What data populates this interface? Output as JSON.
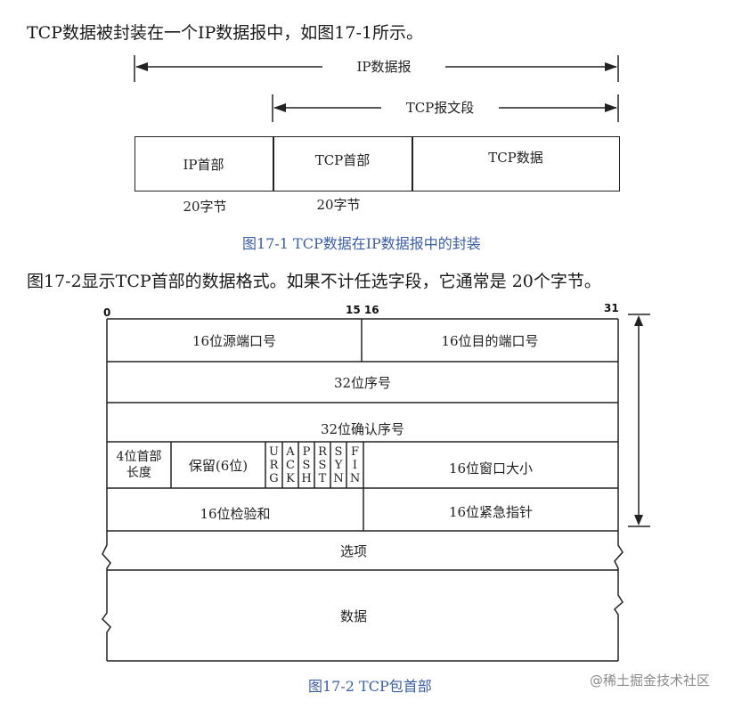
{
  "intro_text": "TCP数据被封装在一个IP数据报中，如图17-1所示。",
  "figure1": {
    "ip_datagram_label": "IP数据报",
    "tcp_segment_label": "TCP报文段",
    "ip_header": "IP首部",
    "tcp_header": "TCP首部",
    "tcp_data": "TCP数据",
    "ip_header_size": "20字节",
    "tcp_header_size": "20字节",
    "caption": "图17-1   TCP数据在IP数据报中的封装"
  },
  "body_text": "图17-2显示TCP首部的数据格式。如果不计任选字段，它通常是 20个字节。",
  "figure2": {
    "bit_0": "0",
    "bit_15_16": "15 16",
    "bit_31": "31",
    "source_port": "16位源端口号",
    "dest_port": "16位目的端口号",
    "seq_num": "32位序号",
    "ack_num": "32位确认序号",
    "header_len_line1": "4位首部",
    "header_len_line2": "长度",
    "reserved": "保留(6位)",
    "flags": [
      {
        "chars": [
          "U",
          "R",
          "G"
        ]
      },
      {
        "chars": [
          "A",
          "C",
          "K"
        ]
      },
      {
        "chars": [
          "P",
          "S",
          "H"
        ]
      },
      {
        "chars": [
          "R",
          "S",
          "T"
        ]
      },
      {
        "chars": [
          "S",
          "Y",
          "N"
        ]
      },
      {
        "chars": [
          "F",
          "I",
          "N"
        ]
      }
    ],
    "window_size": "16位窗口大小",
    "checksum": "16位检验和",
    "urgent_ptr": "16位紧急指针",
    "options": "选项",
    "data": "数据",
    "caption": "图17-2   TCP包首部"
  },
  "watermark": "@稀土掘金技术社区"
}
